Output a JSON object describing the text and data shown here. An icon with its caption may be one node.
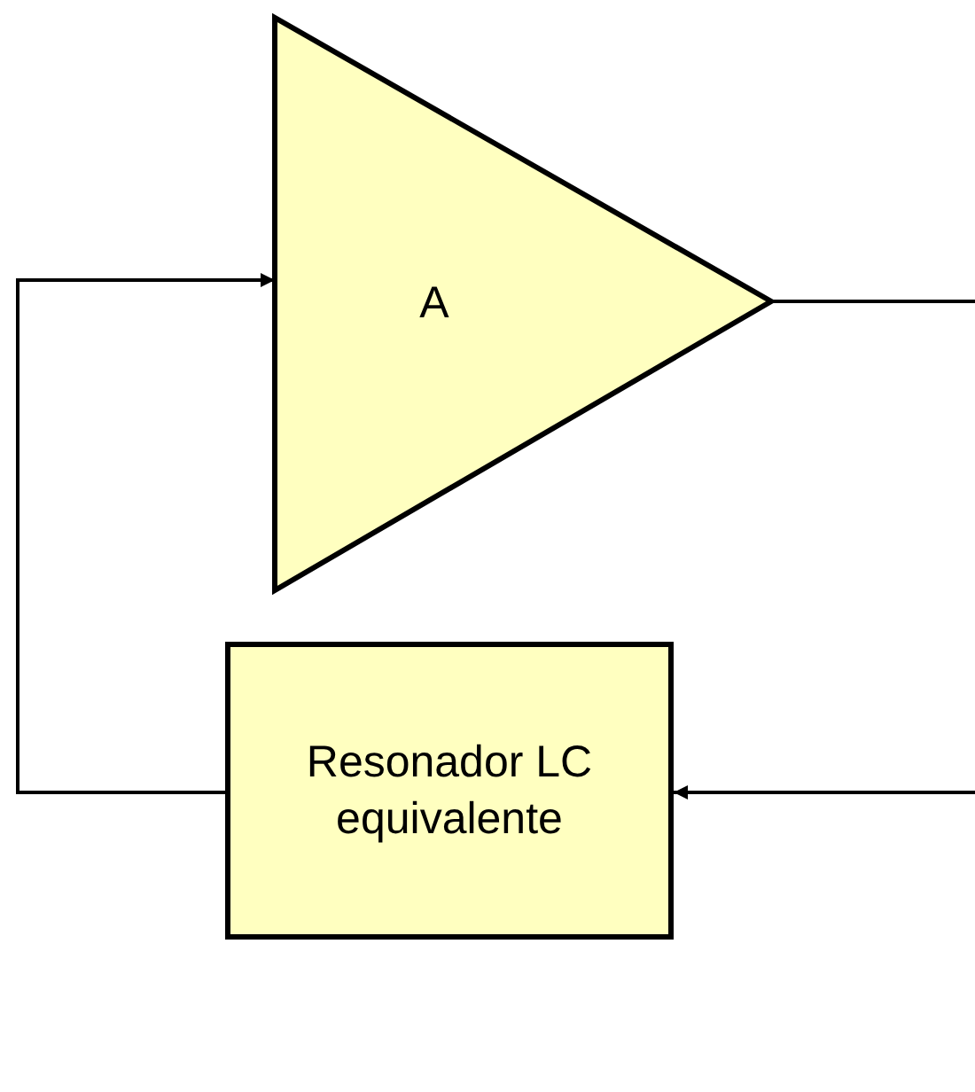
{
  "diagram": {
    "nodes": [
      {
        "text": [
          "A"
        ]
      },
      {
        "text": [
          "Resonador LC equivalente"
        ]
      }
    ],
    "edges": [
      {
        "from": 0,
        "to": 1,
        "arrow": "to"
      },
      {
        "from": 1,
        "to": 0,
        "arrow": "to"
      }
    ]
  }
}
